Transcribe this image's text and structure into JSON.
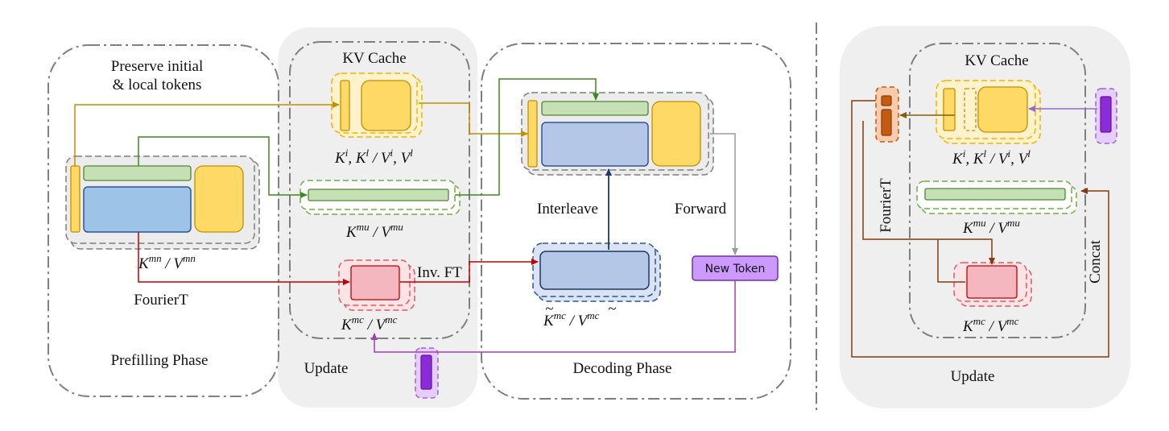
{
  "left_panel": {
    "prefilling": {
      "preserve_line1": "Preserve initial",
      "preserve_line2": "& local tokens",
      "kv_mn": {
        "k": "K",
        "k_sup": "mn",
        "sep": " / ",
        "v": "V",
        "v_sup": "mn"
      },
      "fourier": "FourierT",
      "phase_label": "Prefilling Phase"
    },
    "update": {
      "title": "KV Cache",
      "kv_il": {
        "k1": "K",
        "k1_sup": "i",
        "comma": ", ",
        "k2": "K",
        "k2_sup": "l",
        "sep": " / ",
        "v1": "V",
        "v1_sup": "i",
        "v2": "V",
        "v2_sup": "l"
      },
      "kv_mu": {
        "k": "K",
        "k_sup": "mu",
        "sep": " / ",
        "v": "V",
        "v_sup": "mu"
      },
      "kv_mc": {
        "k": "K",
        "k_sup": "mc",
        "sep": " / ",
        "v": "V",
        "v_sup": "mc"
      },
      "inv_ft": "Inv. FT",
      "phase_label": "Update"
    },
    "decoding": {
      "interleave": "Interleave",
      "forward": "Forward",
      "kv_mc_tilde": {
        "k": "K",
        "k_sup": "mc",
        "sep": " / ",
        "v": "V",
        "v_sup": "mc"
      },
      "new_token": "New Token",
      "phase_label": "Decoding Phase"
    }
  },
  "right_panel": {
    "title": "KV Cache",
    "fourier": "FourierT",
    "concat": "Concat",
    "kv_il": {
      "k1": "K",
      "k1_sup": "i",
      "comma": ", ",
      "k2": "K",
      "k2_sup": "l",
      "sep": " / ",
      "v1": "V",
      "v1_sup": "i",
      "v2": "V",
      "v2_sup": "l"
    },
    "kv_mu": {
      "k": "K",
      "k_sup": "mu",
      "sep": " / ",
      "v": "V",
      "v_sup": "mu"
    },
    "kv_mc": {
      "k": "K",
      "k_sup": "mc",
      "sep": " / ",
      "v": "V",
      "v_sup": "mc"
    },
    "phase_label": "Update"
  },
  "colors": {
    "yellow_fill": "#ffd966",
    "yellow_stroke": "#bf9000",
    "yellow_glow": "#fff2cc",
    "green_fill": "#c5e0b4",
    "green_stroke": "#548235",
    "green_dash": "#70ad47",
    "blue_fill": "#9dc3e6",
    "blue_dark_fill": "#b4c7e7",
    "blue_stroke": "#2f5597",
    "pink_fill": "#f4b6bf",
    "red_stroke": "#c00000",
    "red_dash": "#e05a66",
    "purple_fill": "#cc99ff",
    "purple_dark": "#7030a0",
    "orange_fill": "#c55a11",
    "orange_light": "#f8cbad",
    "brown_arrow": "#843c0c",
    "gray_dash": "#7f7f7f",
    "gray_fill": "#f0f0f0"
  }
}
